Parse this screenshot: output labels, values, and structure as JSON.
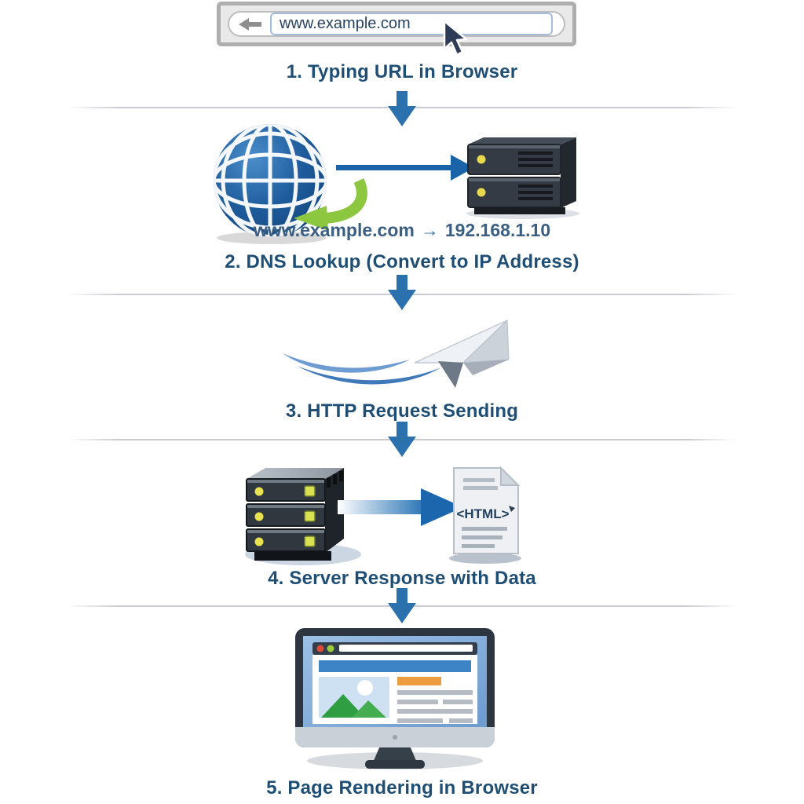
{
  "browser": {
    "url": "www.example.com"
  },
  "steps": [
    {
      "label": "1. Typing URL in Browser"
    },
    {
      "label": "2. DNS Lookup (Convert to IP Address)",
      "mapping": {
        "domain": "www.example.com",
        "arrow": "→",
        "ip": "192.168.1.10"
      }
    },
    {
      "label": "3. HTTP Request Sending"
    },
    {
      "label": "4. Server Response with Data",
      "document_text": "<HTML>"
    },
    {
      "label": "5. Page Rendering in Browser"
    }
  ],
  "colors": {
    "heading": "#1f4e74",
    "accent_blue": "#2a71ae",
    "arrow_blue": "#1b63a9",
    "green_arrow": "#8dc63f",
    "server_dark": "#31373f",
    "led_yellow": "#e8d94f",
    "orange_block": "#ee9c40",
    "page_blue_bar": "#3c84c5"
  },
  "icons": {
    "back_arrow": "left-arrow",
    "cursor": "mouse-pointer",
    "globe": "internet-globe",
    "green_refresh": "curved-green-arrow",
    "dns_server": "server-rack-2u",
    "paper_plane": "paper-plane",
    "web_server": "server-rack-3u",
    "html_document": "html-file",
    "monitor": "desktop-monitor-webpage"
  }
}
